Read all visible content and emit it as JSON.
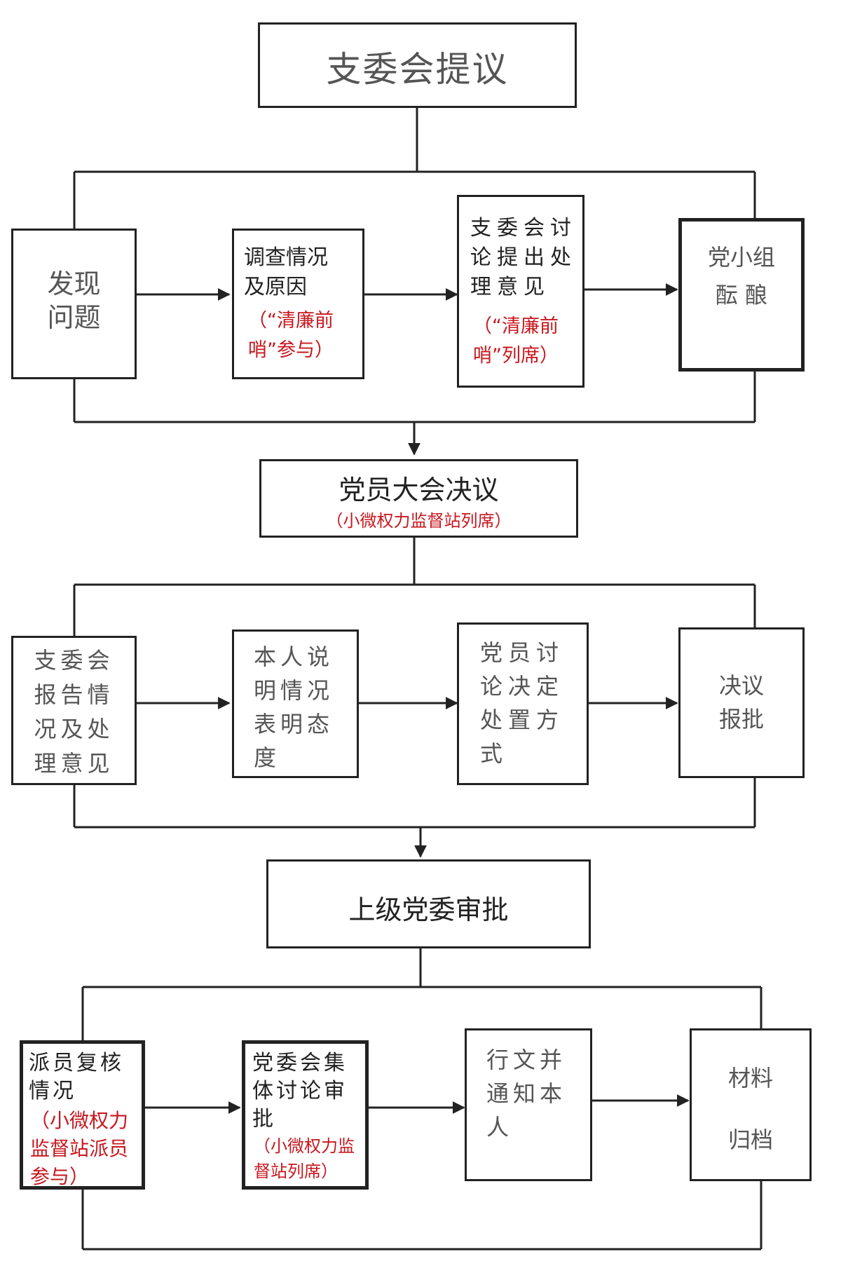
{
  "stage1": {
    "header": "支委会提议",
    "steps": [
      {
        "text": "发现\n问题"
      },
      {
        "text": "调查情况\n及原因",
        "note": "（“清廉前\n哨”参与）"
      },
      {
        "text": "支委会讨\n论提出处\n理意见",
        "note": "（“清廉前\n哨”列席）"
      },
      {
        "text": "党小组\n酝    酿"
      }
    ]
  },
  "stage2": {
    "header": "党员大会决议",
    "note": "（小微权力监督站列席）",
    "steps": [
      {
        "text": "支委会\n报告情\n况及处\n理意见"
      },
      {
        "text": "本人说\n明情况\n表明态\n度"
      },
      {
        "text": "党员讨\n论决定\n处置方\n式"
      },
      {
        "text": "决议\n报批"
      }
    ]
  },
  "stage3": {
    "header": "上级党委审批",
    "steps": [
      {
        "text": "派员复核\n情况",
        "note": "（小微权力\n监督站派员\n参与）"
      },
      {
        "text": "党委会集\n体讨论审\n批",
        "note": "（小微权力监\n督站列席）"
      },
      {
        "text": "行文并\n通知本\n人"
      },
      {
        "text": "材料\n\n归档"
      }
    ]
  }
}
